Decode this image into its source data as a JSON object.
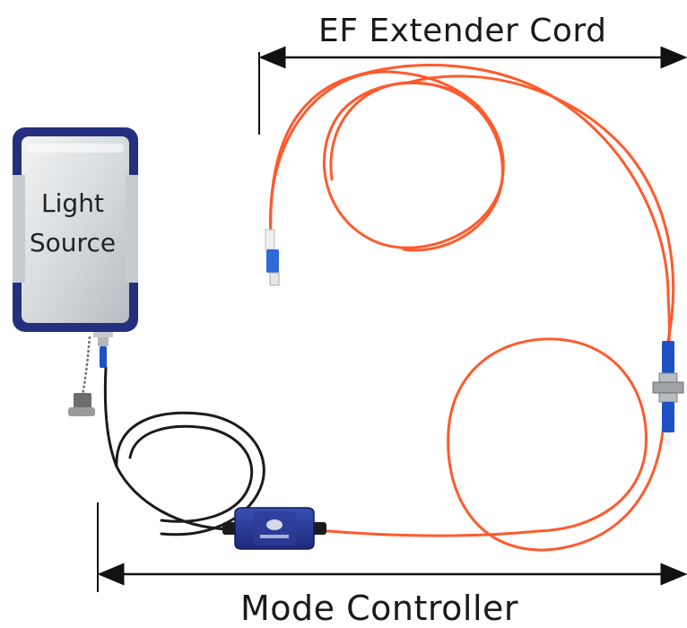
{
  "labels": {
    "top": "EF Extender Cord",
    "bottom": "Mode Controller",
    "light_source_line1": "Light",
    "light_source_line2": "Source"
  },
  "colors": {
    "orange_fiber": "#ff5a2c",
    "black_fiber": "#1b1b1b",
    "housing_blue": "#23307e",
    "housing_silver": "#d9dde0",
    "connector_blue": "#1e52c4",
    "arrow": "#111111"
  }
}
